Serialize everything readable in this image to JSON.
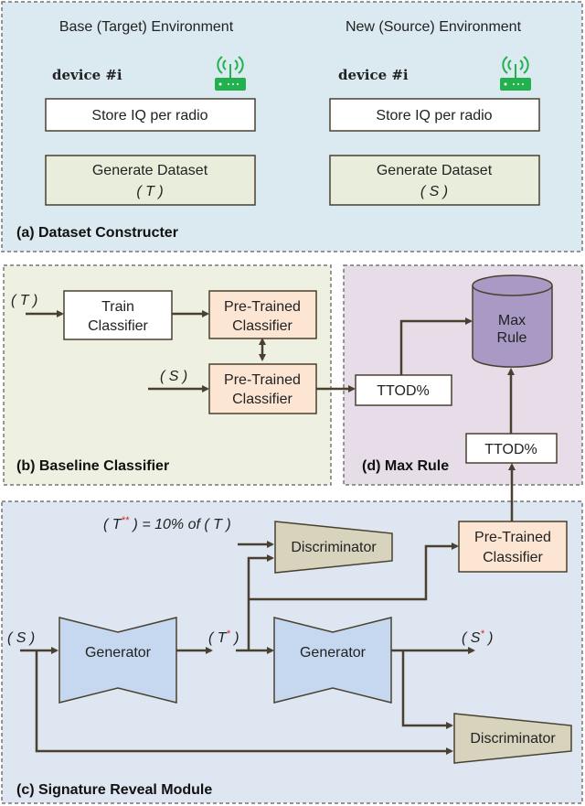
{
  "colors": {
    "panel_a": "#dbe9f1",
    "panel_b": "#eef0e1",
    "panel_c": "#dde6f1",
    "panel_d": "#e6dde9",
    "generate_box": "#e9eedc",
    "pretrained_box": "#fde5d3",
    "max_rule": "#a899c5",
    "generator": "#c5d8ef",
    "discriminator": "#d8d3bd",
    "router_icon": "#22b14c",
    "arrow": "#4a4030",
    "asterisk": "#e02020"
  },
  "panel_a": {
    "label": "(a) Dataset Constructer",
    "left": {
      "title": "Base (Target) Environment",
      "device": "device #i",
      "store": "Store IQ per radio",
      "generate": "Generate Dataset",
      "dataset": "( T )"
    },
    "right": {
      "title": "New (Source) Environment",
      "device": "device #i",
      "store": "Store IQ per radio",
      "generate": "Generate Dataset",
      "dataset": "( S )"
    },
    "icon": "wifi-router-icon"
  },
  "panel_b": {
    "label": "(b) Baseline Classifier",
    "input_t": "( T )",
    "input_s": "( S )",
    "train": [
      "Train",
      "Classifier"
    ],
    "pretrained_1": [
      "Pre-Trained",
      "Classifier"
    ],
    "pretrained_2": [
      "Pre-Trained",
      "Classifier"
    ]
  },
  "panel_d": {
    "label": "(d) Max Rule",
    "max_rule": [
      "Max",
      "Rule"
    ],
    "ttod_1": "TTOD%",
    "ttod_2": "TTOD%"
  },
  "panel_c": {
    "label": "(c) Signature Reveal Module",
    "t2_label": {
      "open": "( T",
      "stars": "**",
      "rest": " ) = 10% of ( T )"
    },
    "s_label": "( S )",
    "tstar": {
      "open": "( T",
      "star": "*",
      "close": " )"
    },
    "sstar": {
      "open": "( S",
      "star": "*",
      "close": " )"
    },
    "generator_1": "Generator",
    "generator_2": "Generator",
    "discriminator_1": "Discriminator",
    "discriminator_2": "Discriminator",
    "pretrained": [
      "Pre-Trained",
      "Classifier"
    ]
  }
}
